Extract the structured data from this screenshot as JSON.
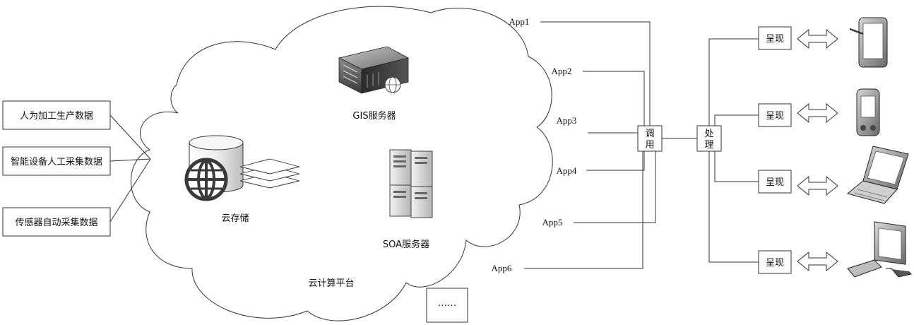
{
  "sources": [
    {
      "label": "人为加工生产数据"
    },
    {
      "label": "智能设备人工采集数据"
    },
    {
      "label": "传感器自动采集数据"
    }
  ],
  "cloud": {
    "platform_label": "云计算平台",
    "storage_label": "云存储",
    "gis_label": "GIS服务器",
    "soa_label": "SOA服务器",
    "ellipsis_label": "……"
  },
  "apps": [
    "App1",
    "App2",
    "App3",
    "App4",
    "App5",
    "App6"
  ],
  "call_box": {
    "line1": "调",
    "line2": "用"
  },
  "process_box": {
    "line1": "处",
    "line2": "理"
  },
  "present_label": "呈现",
  "devices": [
    "tablet-icon",
    "pda-icon",
    "laptop-icon",
    "desktop-icon"
  ]
}
